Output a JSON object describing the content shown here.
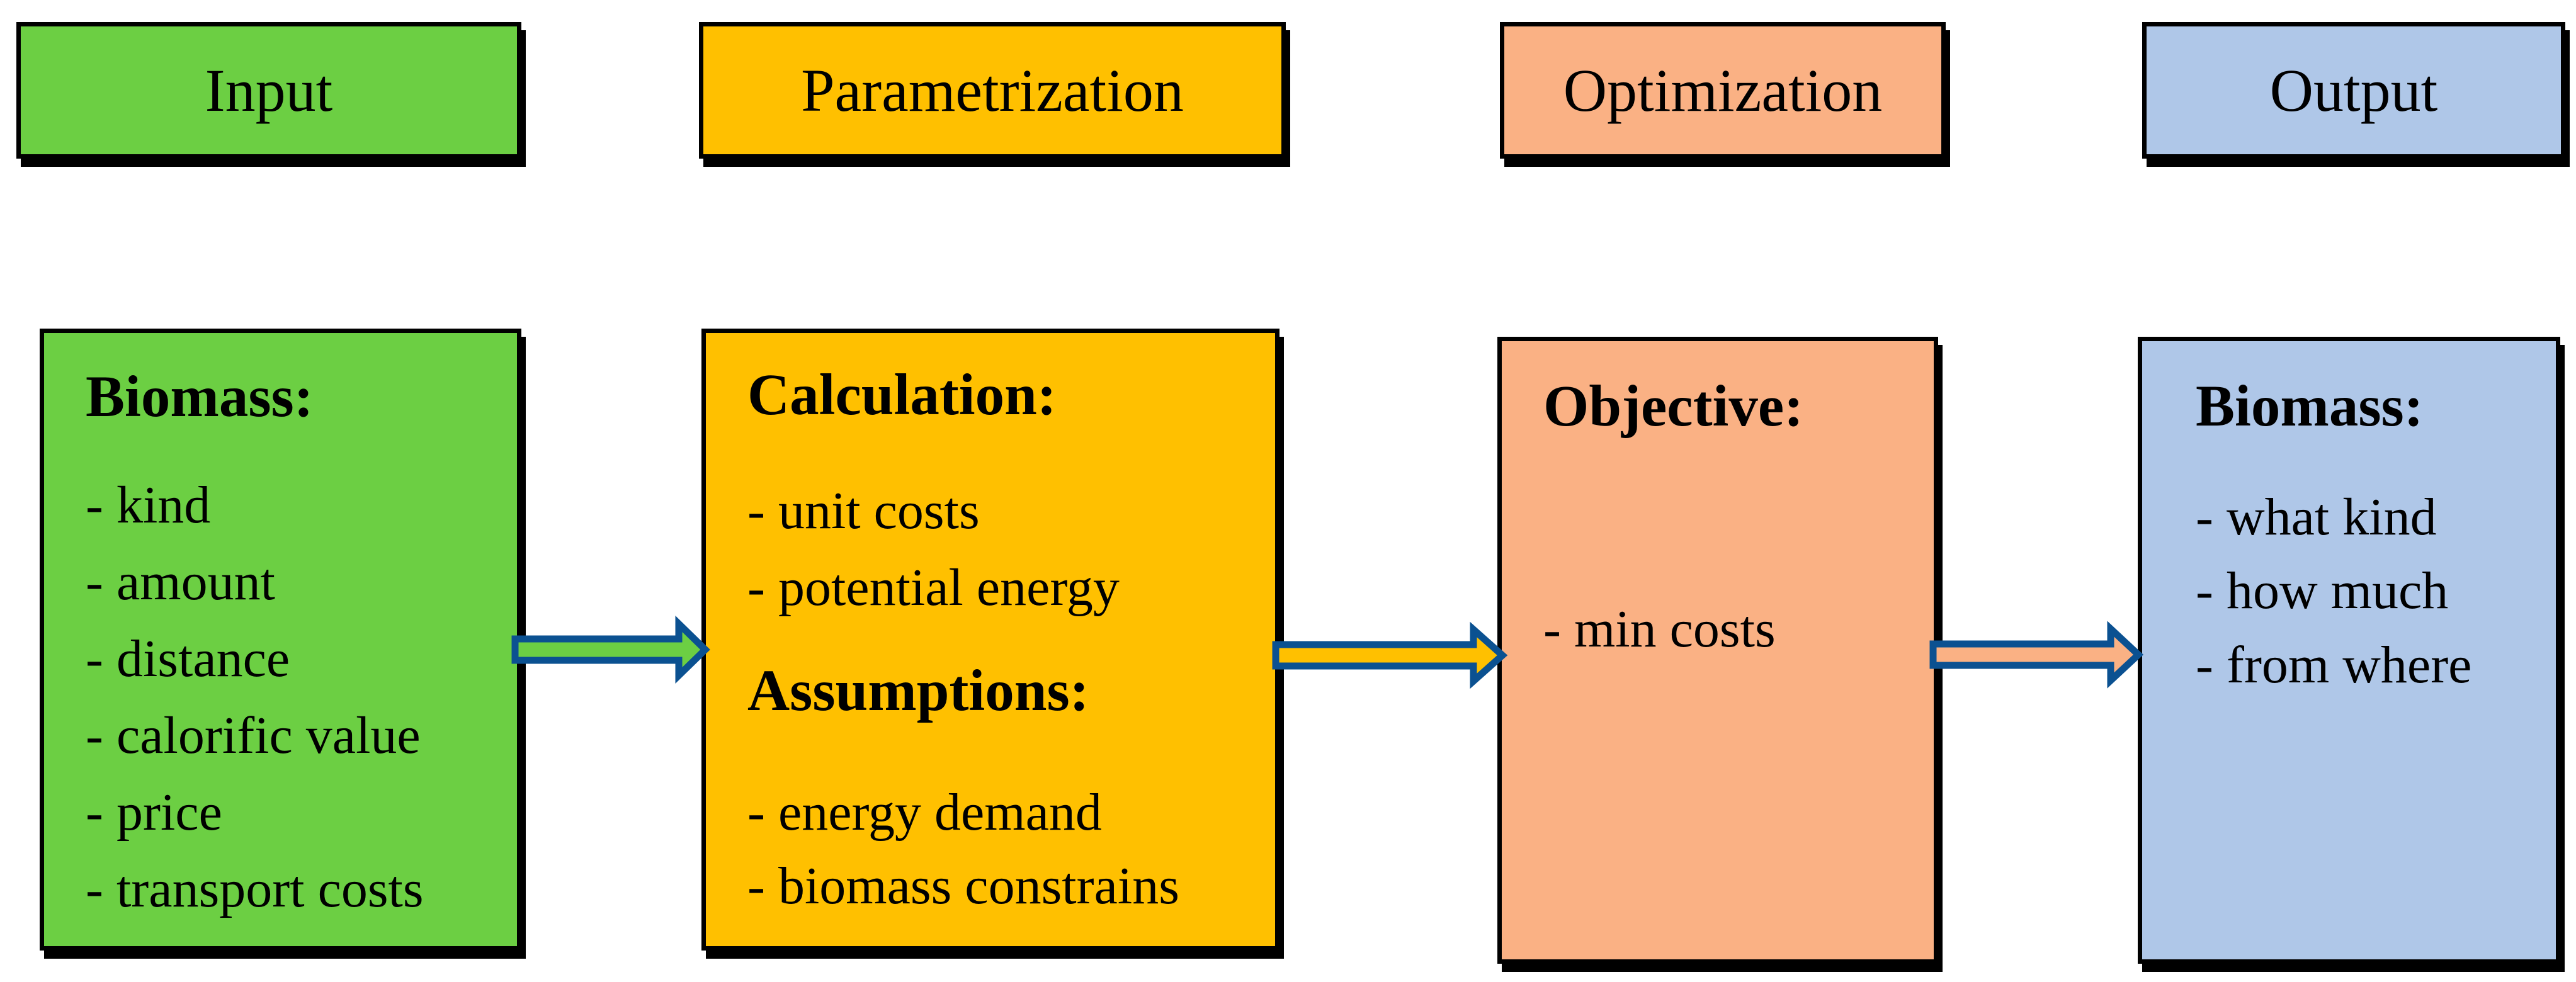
{
  "title": "Biomass supply optimization flow diagram",
  "colors": {
    "green": "#6CCF43",
    "gold": "#FFC000",
    "peach": "#FAB184",
    "blue": "#AFC7E8",
    "outline": "#0B5191",
    "box_border": "#000000"
  },
  "stages": [
    {
      "header": "Input",
      "box": {
        "title": "Biomass:",
        "items": [
          "- kind",
          "- amount",
          "- distance",
          "- calorific value",
          "- price",
          "- transport costs"
        ]
      }
    },
    {
      "header": "Parametrization",
      "box": {
        "sections": [
          {
            "title": "Calculation:",
            "items": [
              "- unit costs",
              "- potential energy"
            ]
          },
          {
            "title": "Assumptions:",
            "items": [
              "- energy demand",
              "- biomass constrains"
            ]
          }
        ]
      }
    },
    {
      "header": "Optimization",
      "box": {
        "title": "Objective:",
        "items": [
          "- min costs"
        ]
      }
    },
    {
      "header": "Output",
      "box": {
        "title": "Biomass:",
        "items": [
          "- what kind",
          "- how much",
          "- from where"
        ]
      }
    }
  ],
  "arrows": [
    {
      "name": "input-to-parametrization",
      "fill": "green"
    },
    {
      "name": "parametrization-to-optimization",
      "fill": "gold"
    },
    {
      "name": "optimization-to-output",
      "fill": "peach"
    }
  ]
}
